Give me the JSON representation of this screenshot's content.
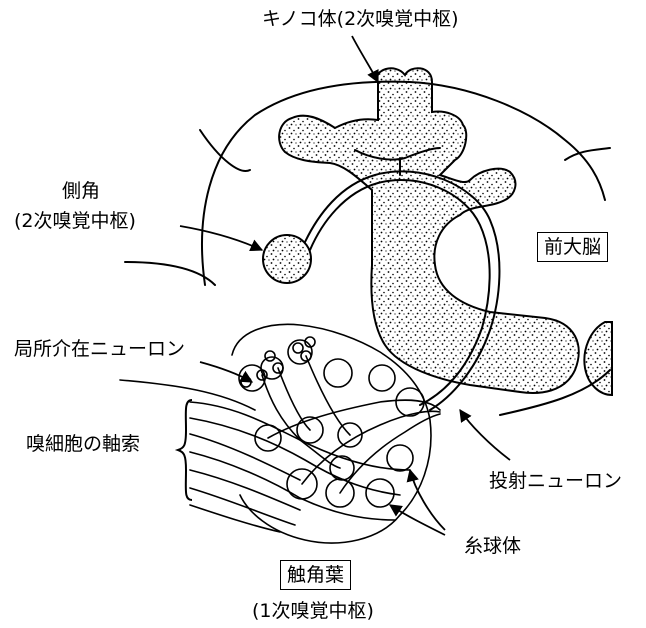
{
  "labels": {
    "mushroom_body": "キノコ体(2次嗅覚中枢)",
    "lateral_horn_1": "側角",
    "lateral_horn_2": "(2次嗅覚中枢)",
    "protocerebrum": "前大脳",
    "local_interneuron": "局所介在ニューロン",
    "olfactory_axons": "嗅細胞の軸索",
    "projection_neuron": "投射ニューロン",
    "glomerulus": "糸球体",
    "antennal_lobe": "触角葉",
    "primary_center": "(1次嗅覚中枢)"
  },
  "colors": {
    "ink": "#000000",
    "background": "#ffffff"
  }
}
